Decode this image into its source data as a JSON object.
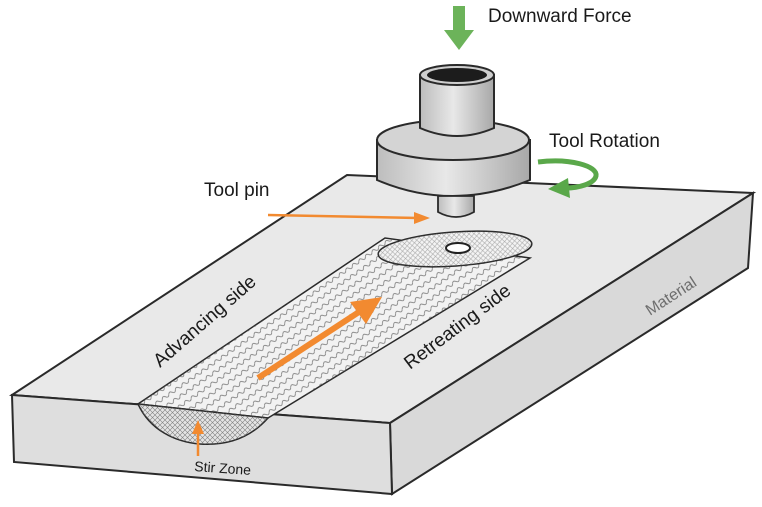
{
  "labels": {
    "downward_force": "Downward Force",
    "tool_rotation": "Tool Rotation",
    "tool_pin": "Tool pin",
    "advancing_side": "Advancing side",
    "retreating_side": "Retreating side",
    "material": "Material",
    "stir_zone": "Stir Zone"
  },
  "colors": {
    "force_arrow": "#6cb35a",
    "rotation_arrow": "#5aa84a",
    "pointer_arrow": "#f28a30",
    "material_fill": "#dcdcdc",
    "material_top": "#e9e9e9",
    "outline": "#2a2a2a"
  }
}
